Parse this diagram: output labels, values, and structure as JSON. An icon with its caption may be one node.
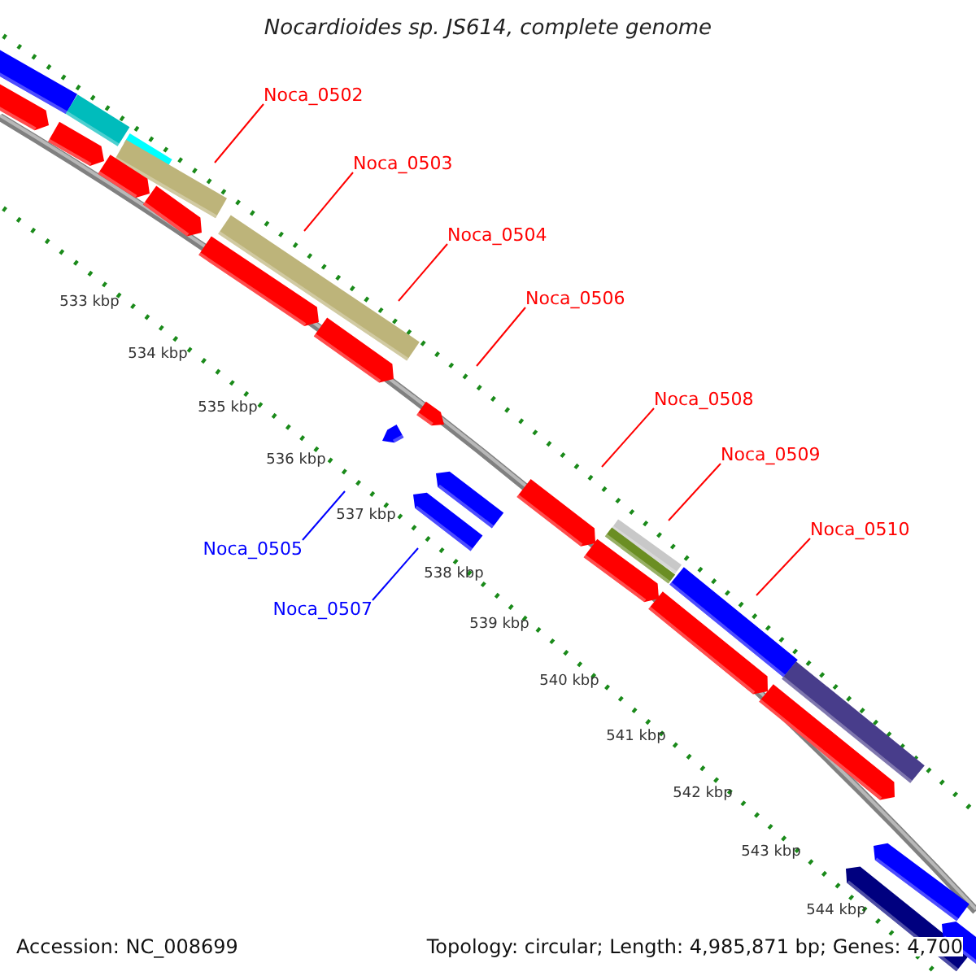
{
  "diagram": {
    "title": "Nocardioides sp. JS614, complete genome",
    "nodes": [
      {
        "text": [
          "Noca_0502"
        ]
      },
      {
        "text": [
          "Noca_0503"
        ]
      },
      {
        "text": [
          "Noca_0504"
        ]
      },
      {
        "text": [
          "Noca_0506"
        ]
      },
      {
        "text": [
          "Noca_0508"
        ]
      },
      {
        "text": [
          "Noca_0509"
        ]
      },
      {
        "text": [
          "Noca_0510"
        ]
      },
      {
        "text": [
          "Noca_0505"
        ]
      },
      {
        "text": [
          "Noca_0507"
        ]
      }
    ],
    "edges": [
      {
        "from": 0,
        "to": null,
        "arrow": "none"
      },
      {
        "from": 1,
        "to": null,
        "arrow": "none"
      },
      {
        "from": 2,
        "to": null,
        "arrow": "none"
      },
      {
        "from": 3,
        "to": null,
        "arrow": "none"
      },
      {
        "from": 4,
        "to": null,
        "arrow": "none"
      },
      {
        "from": 5,
        "to": null,
        "arrow": "none"
      },
      {
        "from": 6,
        "to": null,
        "arrow": "none"
      },
      {
        "from": 7,
        "to": null,
        "arrow": "none",
        "color": "#0000ff"
      },
      {
        "from": 8,
        "to": null,
        "arrow": "none",
        "color": "#0000ff"
      }
    ],
    "labels": [
      "533 kbp",
      "534 kbp",
      "535 kbp",
      "536 kbp",
      "537 kbp",
      "538 kbp",
      "539 kbp",
      "540 kbp",
      "541 kbp",
      "542 kbp",
      "543 kbp",
      "544 kbp",
      "Accession: NC_008699",
      "Topology: circular; Length: 4,985,871 bp; Genes: 4,700"
    ]
  }
}
